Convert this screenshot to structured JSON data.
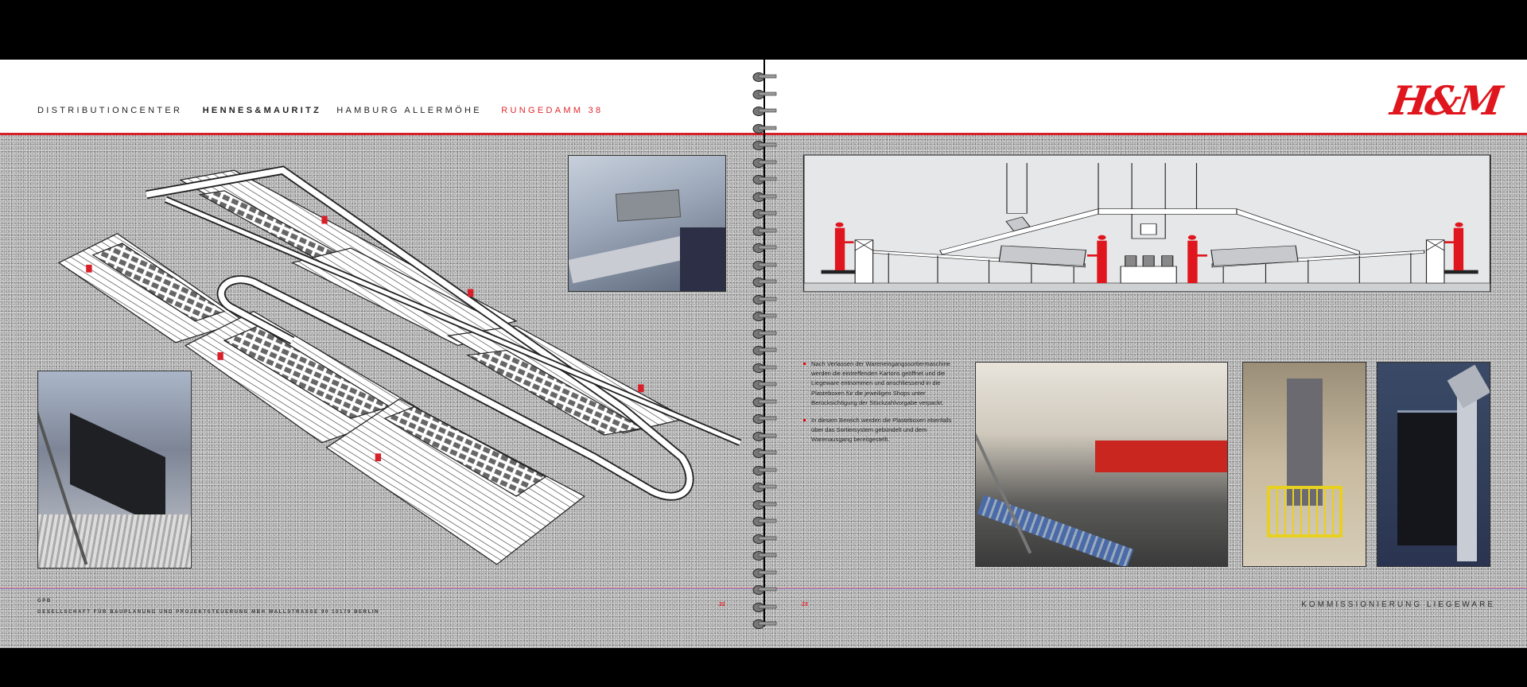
{
  "left_page": {
    "header": {
      "part1": "DISTRIBUTIONCENTER",
      "part2": "HENNES&MAURITZ",
      "part3": "HAMBURG ALLERMÖHE",
      "address": "RUNGEDAMM 38"
    },
    "footer": {
      "company_short": "GPB",
      "company_full": "GESELLSCHAFT FÜR BAUPLANUNG UND PROJEKTSTEUERUNG MBH  WALLSTRASSE 90  10179 BERLIN",
      "page_number": "22"
    }
  },
  "right_page": {
    "logo": "H&M",
    "bullets": [
      "Nach Verlassen der Wareneingangssortiermaschine werden die eintreffenden Kartons geöffnet und die Liegeware entnommen und anschliessend in die Plasteboxen für die jeweiligen Shops unter Berücksichtigung der Stückzahlvorgabe verpackt.",
      "In diesem Bereich werden die Plasteboxen ebenfalls über das Sortiersystem gebündelt und dem Warenausgang bereitgestellt."
    ],
    "footer": {
      "page_number": "23",
      "section_title": "KOMMISSIONIERUNG LIEGEWARE"
    }
  },
  "colors": {
    "accent": "#e0282e",
    "figure": "#e0161e",
    "background_gray": "#a9a9a9"
  }
}
